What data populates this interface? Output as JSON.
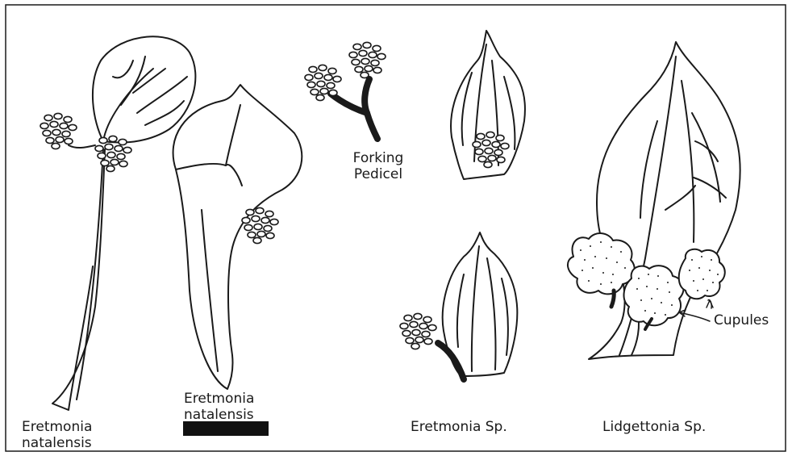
{
  "labels": {
    "eretmonia_1_line1": "Eretmonia",
    "eretmonia_1_line2": "natalensis",
    "eretmonia_2_line1": "Eretmonia",
    "eretmonia_2_line2": "natalensis",
    "forking_line1": "Forking",
    "forking_line2": "Pedicel",
    "eretmonia_sp": "Eretmonia Sp.",
    "lidgettonia_sp": "Lidgettonia Sp.",
    "cupules": "Cupules"
  },
  "colors": {
    "ink": "#1a1a1a",
    "paper": "#ffffff",
    "scale_bar": "#111111"
  }
}
